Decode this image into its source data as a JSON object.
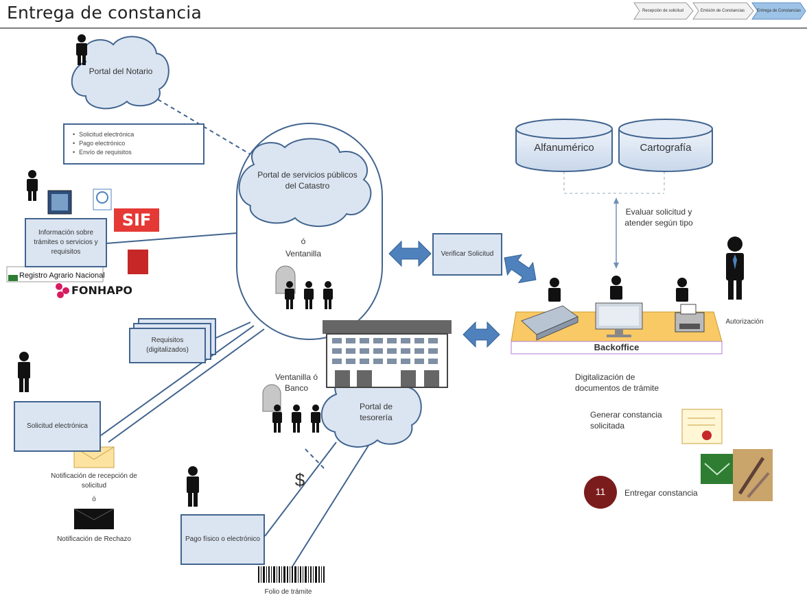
{
  "header": {
    "title": "Entrega de constancia",
    "stages": [
      "Recepción de solicitud",
      "Emisión de Constancias",
      "Entrega de Constancias"
    ]
  },
  "portals": {
    "notario": "Portal del Notario",
    "catastro": "Portal de servicios públicos del Catastro",
    "tesoreria": "Portal de tesorería"
  },
  "notario_bullets": [
    "Solicitud electrónica",
    "Pago electrónico",
    "Envío de requisitos"
  ],
  "info_box": "Información sobre trámites o servicios y requisitos",
  "logos": {
    "sif": "SIF",
    "registro": "Registro Agrario Nacional",
    "fonhapo": "FONHAPO"
  },
  "ventanilla": {
    "o": "ó",
    "label": "Ventanilla"
  },
  "requisitos_box": "Requisitos (digitalizados)",
  "solicitud_box": "Solicitud electrónica",
  "verificar_box": "Verificar Solicitud",
  "databases": [
    "Alfanumérico",
    "Cartografía"
  ],
  "evaluar": "Evaluar solicitud y atender según tipo",
  "autorizacion": "Autorización",
  "backoffice": "Backoffice",
  "digitalizacion": "Digitalización de documentos de trámite",
  "generar": "Generar constancia solicitada",
  "step": {
    "number": "11",
    "label": "Entregar constancia"
  },
  "ventanilla_banco": "Ventanilla ó Banco",
  "notificaciones": {
    "recepcion": "Notificación de recepción de solicitud",
    "o": "ó",
    "rechazo": "Notificación de Rechazo"
  },
  "dollar": "$",
  "pago_box": "Pago físico o electrónico",
  "folio": "Folio de trámite",
  "colors": {
    "box_fill": "#dbe5f1",
    "box_stroke": "#41648f",
    "arrow": "#4f81bd",
    "step_badge": "#7b1c1c",
    "backoffice": "#f9c966"
  }
}
